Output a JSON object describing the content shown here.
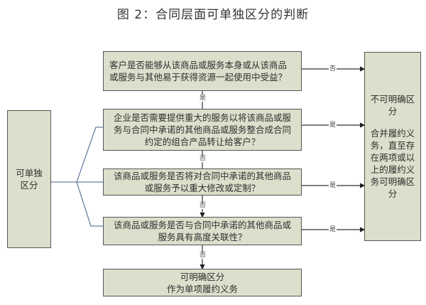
{
  "title": "图 2：合同层面可单独区分的判断",
  "nodes": {
    "q1": "客户是否能够从该商品或服务本身或从该商品或服务与其他易于获得资源一起使用中受益？",
    "q2": "企业是否需要提供重大的服务以将该商品或服务与合同中承诺的其他商品或服务整合成合同约定的组合产品转让给客户？",
    "q3": "该商品或服务是否将对合同中承诺的其他商品或服务予以重大修改或定制？",
    "q4": "该商品或服务是否与合同中承诺的其他商品或服务具有高度关联性？",
    "result_distinct_line1": "可明确区分",
    "result_distinct_line2": "作为单项履约义务",
    "left_group": "可单独区分",
    "not_distinct_line1": "不可明确区分",
    "not_distinct_line2": "合并履约义务，直至存在两项或以上的履约义务可明确区分"
  },
  "edge_labels": {
    "q1_to_right": "否",
    "q1_to_q2": "是",
    "q2_to_right": "是",
    "q2_to_q3": "否",
    "q3_to_right": "是",
    "q3_to_q4": "否",
    "q4_to_right": "是",
    "q4_to_result": "否"
  }
}
